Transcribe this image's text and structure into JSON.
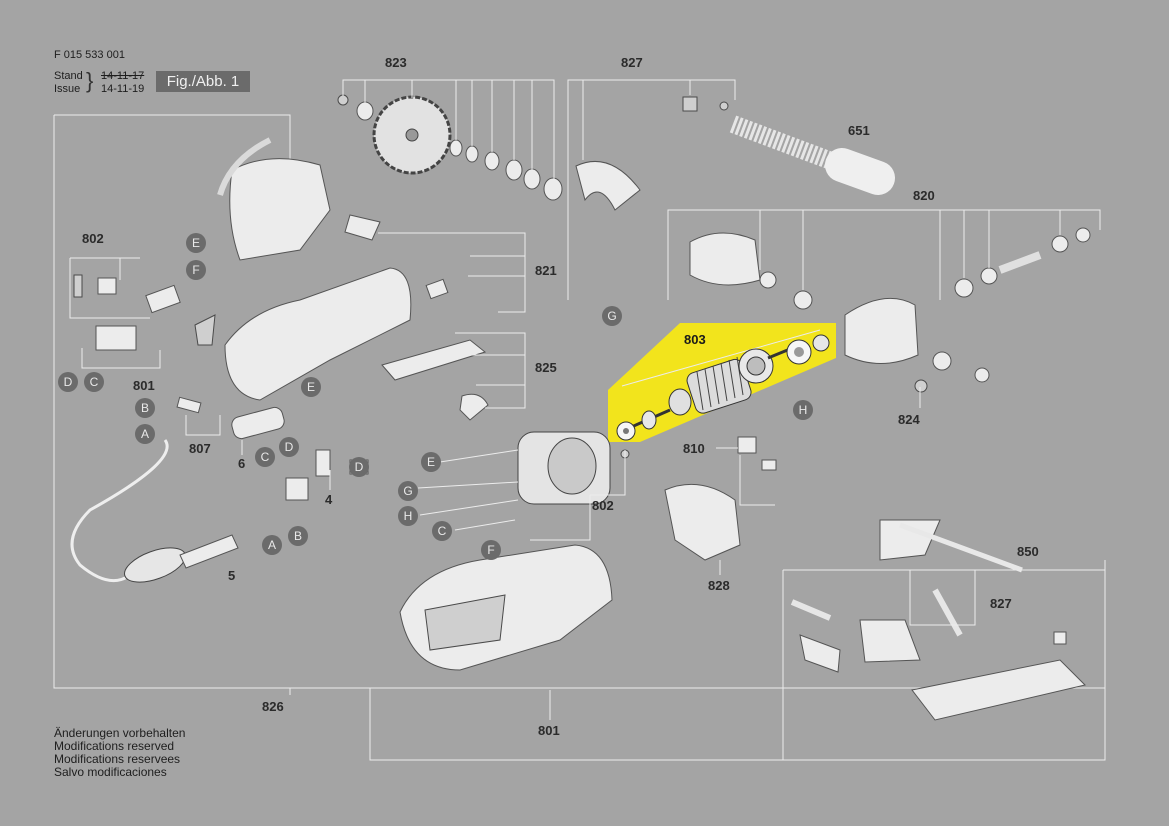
{
  "header": {
    "doc_number": "F 015 533 001",
    "stand_label": "Stand",
    "issue_label": "Issue",
    "old_date": "14-11-17",
    "new_date": "14-11-19",
    "figure_label": "Fig./Abb. 1"
  },
  "footer": {
    "lines": [
      "Änderungen vorbehalten",
      "Modifications reserved",
      "Modifications reservees",
      "Salvo modificaciones"
    ]
  },
  "part_numbers": {
    "p823": "823",
    "p827_top": "827",
    "p651": "651",
    "p820": "820",
    "p802_left": "802",
    "p821": "821",
    "p825": "825",
    "p803": "803",
    "p801_left": "801",
    "p807": "807",
    "p6": "6",
    "p4": "4",
    "p5": "5",
    "p802_mid": "802",
    "p810": "810",
    "p824": "824",
    "p828": "828",
    "p850": "850",
    "p827_right": "827",
    "p826": "826",
    "p801_bottom": "801"
  },
  "connectors": {
    "E": "E",
    "F": "F",
    "D": "D",
    "C": "C",
    "B": "B",
    "A": "A",
    "G": "G",
    "H": "H"
  },
  "colors": {
    "background": "#a4a4a4",
    "highlight": "#f2e41c",
    "badge": "#6b6b6b",
    "line": "#ececec"
  }
}
